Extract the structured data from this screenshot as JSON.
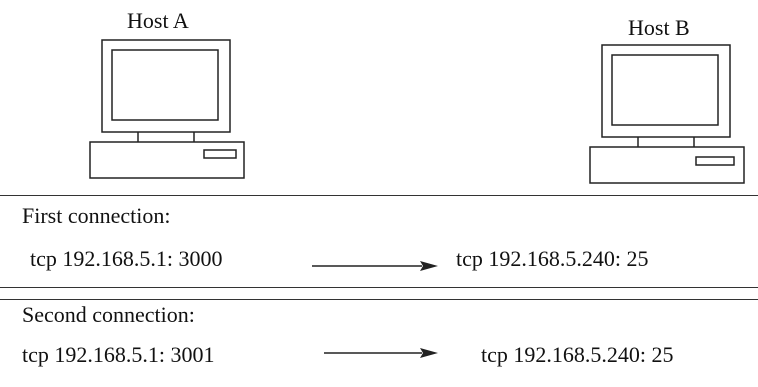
{
  "hosts": {
    "a": {
      "label": "Host A",
      "icon": "computer-icon"
    },
    "b": {
      "label": "Host B",
      "icon": "computer-icon"
    }
  },
  "connections": [
    {
      "title": "First connection:",
      "source": "tcp  192.168.5.1: 3000",
      "destination": "tcp  192.168.5.240: 25"
    },
    {
      "title": "Second connection:",
      "source": "tcp  192.168.5.1: 3001",
      "destination": "tcp  192.168.5.240: 25"
    }
  ],
  "colors": {
    "line": "#222222",
    "background": "#ffffff"
  }
}
